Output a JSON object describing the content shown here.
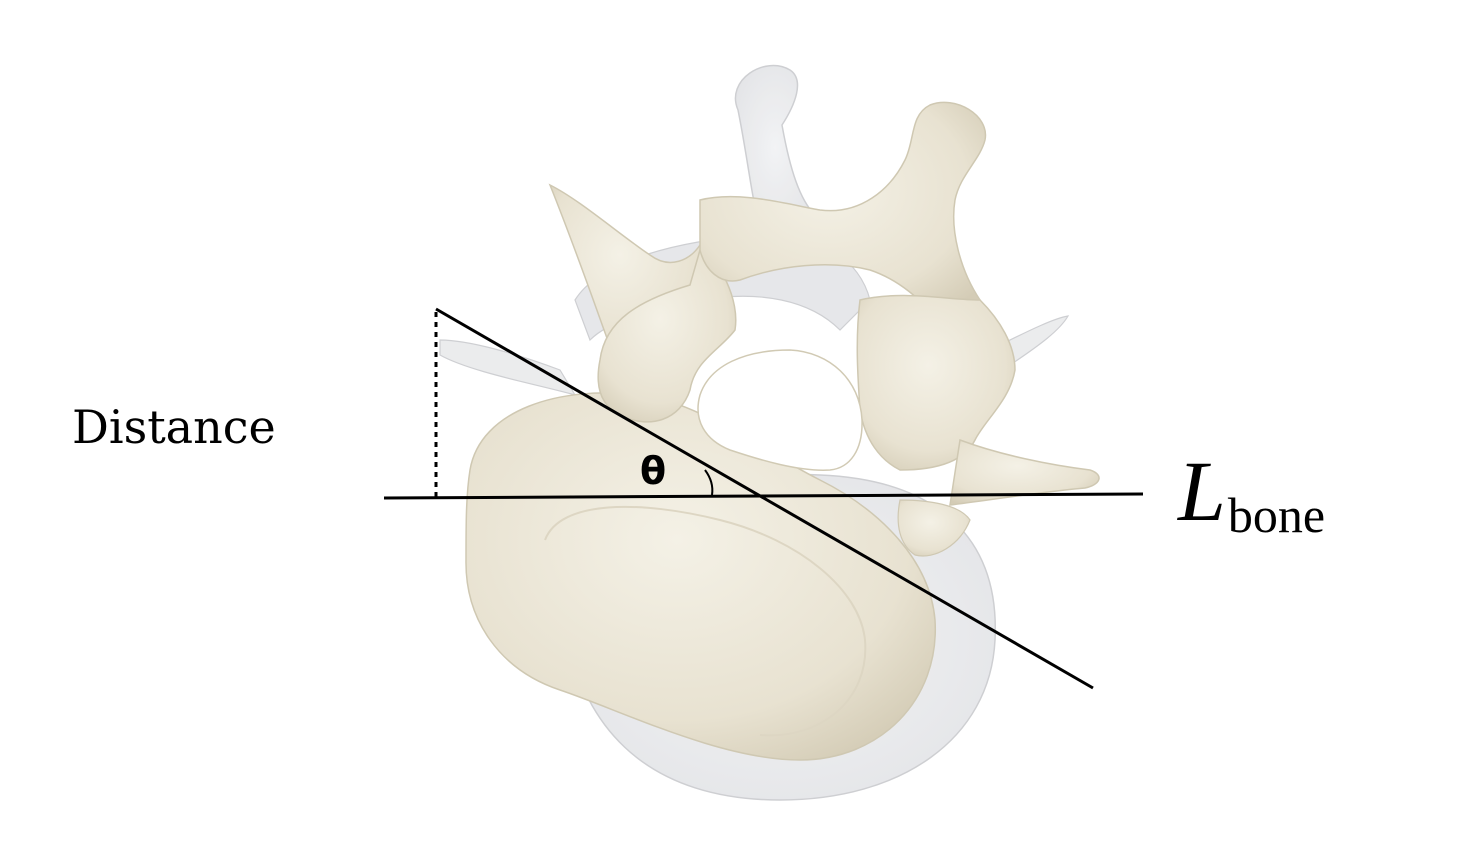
{
  "figure": {
    "distance_label": "Distance",
    "angle_label": "θ",
    "line_label_main": "L",
    "line_label_sub": "bone"
  },
  "colors": {
    "background": "#ffffff",
    "bone_fill": "#ece7d8",
    "bone_shadow": "#d3ccb8",
    "ghost_bone": "#e6e7ea",
    "line": "#000000"
  }
}
